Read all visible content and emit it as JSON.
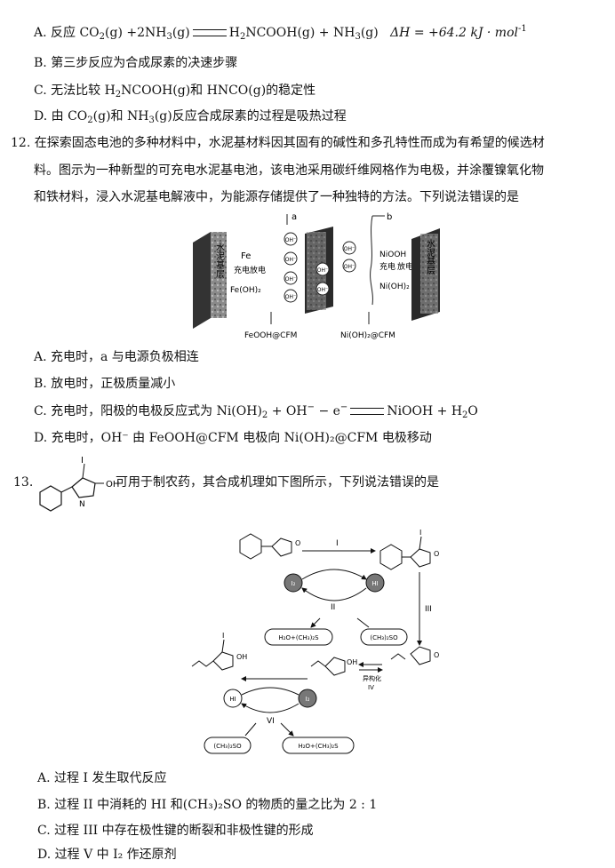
{
  "q11": {
    "opt_a_prefix": "A. 反应 CO",
    "opt_a_rest": "(g) +2NH",
    "opt_a_g1": "(g)",
    "opt_a_prod": "H",
    "opt_a_prod2": "NCOOH(g) + NH",
    "opt_a_g2": "(g)",
    "opt_a_dh": "ΔH = +64.2 kJ · mol",
    "opt_a_exp": "-1",
    "opt_b": "B. 第三步反应为合成尿素的决速步骤",
    "opt_c_pre": "C. 无法比较 H",
    "opt_c_mid": "NCOOH(g)和 HNCO(g)的稳定性",
    "opt_d_pre": "D. 由 CO",
    "opt_d_mid": "(g)和 NH",
    "opt_d_post": "(g)反应合成尿素的过程是吸热过程"
  },
  "q12": {
    "line1": "12. 在探索固态电池的多种材料中，水泥基材料因其固有的碱性和多孔特性而成为有希望的候选材",
    "line2": "料。图示为一种新型的可充电水泥基电池，该电池采用碳纤维网格作为电极，并涂覆镍氧化物",
    "line3": "和铁材料，浸入水泥基电解液中，为能源存储提供了一种独特的方法。下列说法错误的是",
    "fig": {
      "label_a": "a",
      "label_b": "b",
      "left_cement": "水泥基层",
      "right_cement": "水泥基层",
      "fe": "Fe",
      "charge": "充电",
      "discharge": "放电",
      "feoh2": "Fe(OH)₂",
      "niooh": "NiOOH",
      "nioh2": "Ni(OH)₂",
      "oh": "OH⁻",
      "left_caption": "FeOOH@CFM",
      "right_caption": "Ni(OH)₂@CFM"
    },
    "opt_a": "A. 充电时，a 与电源负极相连",
    "opt_b": "B. 放电时，正极质量减小",
    "opt_c_pre": "C. 充电时，阳极的电极反应式为 Ni(OH)",
    "opt_c_mid": " + OH",
    "opt_c_e": " − e",
    "opt_c_post": "NiOOH + H",
    "opt_c_end": "O",
    "opt_d": "D. 充电时，OH⁻ 由 FeOOH@CFM 电极向 Ni(OH)₂@CFM 电极移动"
  },
  "q13": {
    "number": "13.",
    "sub_i": "I",
    "sub_oh": "OH",
    "sub_n": "N",
    "text": "可用于制农药，其合成机理如下图所示，下列说法错误的是",
    "fig": {
      "step1": "I",
      "step2": "II",
      "step3": "III",
      "step4": "异构化",
      "step4_num": "IV",
      "step6": "VI",
      "i_label": "I",
      "o_label": "O",
      "oh_label": "OH",
      "hi1": "I₂",
      "hi2": "HI",
      "box_left_top": "H₂O+(CH₃)₂S",
      "box_right_top": "(CH₃)₂SO",
      "box_left_bot": "(CH₃)₂SO",
      "box_right_bot": "H₂O+(CH₃)₂S",
      "hi3": "HI",
      "hi4": "I₂"
    },
    "opt_a": "A. 过程 I 发生取代反应",
    "opt_b": "B. 过程 II 中消耗的 HI 和(CH₃)₂SO 的物质的量之比为 2 : 1",
    "opt_c": "C. 过程 III 中存在极性键的断裂和非极性键的形成",
    "opt_d": "D. 过程 V 中 I₂ 作还原剂"
  }
}
